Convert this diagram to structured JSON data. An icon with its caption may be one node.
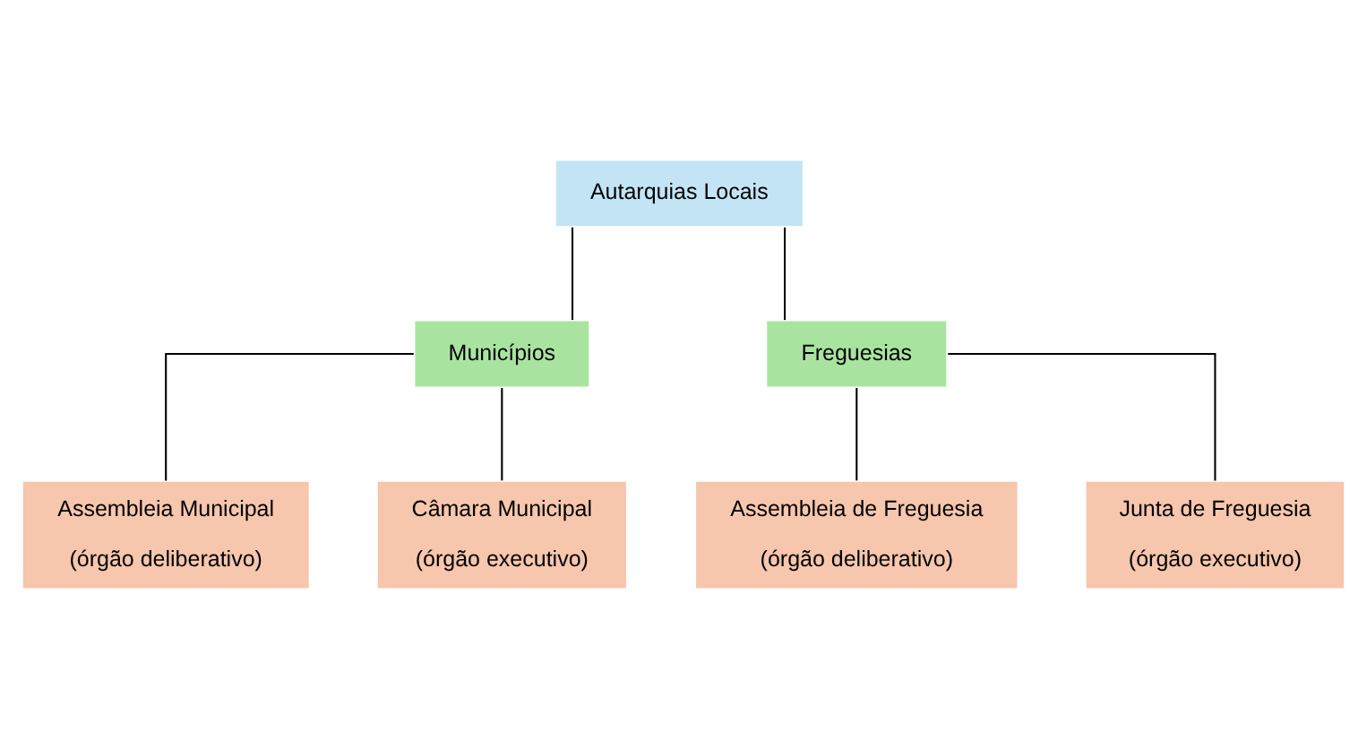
{
  "diagram": {
    "nodes": [
      {
        "text": [
          "Autarquias Locais"
        ]
      },
      {
        "text": [
          "Municípios"
        ]
      },
      {
        "text": [
          "Freguesias"
        ]
      },
      {
        "text": [
          "Assembleia Municipal",
          "(órgão deliberativo)"
        ]
      },
      {
        "text": [
          "Câmara Municipal",
          "(órgão executivo)"
        ]
      },
      {
        "text": [
          "Assembleia de Freguesia",
          "(órgão deliberativo)"
        ]
      },
      {
        "text": [
          "Junta de Freguesia",
          "(órgão executivo)"
        ]
      }
    ],
    "edges": [
      {
        "from": 0,
        "to": 1,
        "arrow": "none"
      },
      {
        "from": 0,
        "to": 2,
        "arrow": "none"
      },
      {
        "from": 1,
        "to": 3,
        "arrow": "none"
      },
      {
        "from": 1,
        "to": 4,
        "arrow": "none"
      },
      {
        "from": 2,
        "to": 5,
        "arrow": "none"
      },
      {
        "from": 2,
        "to": 6,
        "arrow": "none"
      }
    ]
  }
}
